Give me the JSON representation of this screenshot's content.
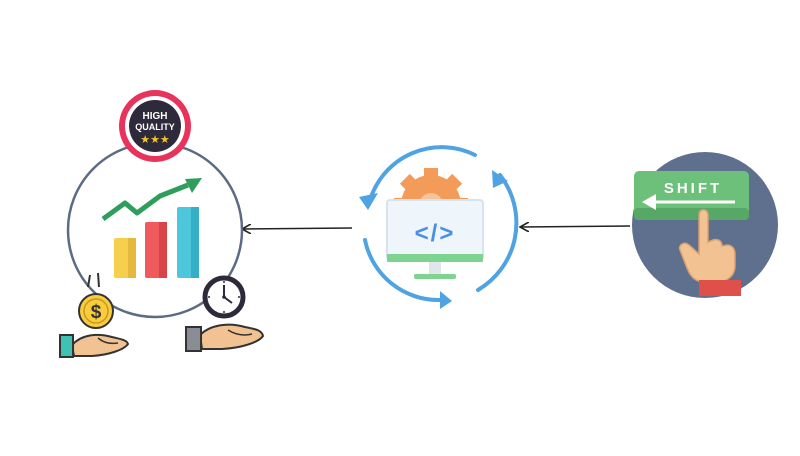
{
  "badge": {
    "line1": "HIGH",
    "line2": "QUALITY",
    "stars": "★★★"
  },
  "shift_key": {
    "label": "SHIFT"
  },
  "code_symbol": "</>",
  "coin_symbol": "$",
  "colors": {
    "arrow": "#222222",
    "outcome_circle_stroke": "#5c6b84",
    "badge_ring": "#e8335c",
    "badge_fill": "#2e2a3b",
    "star": "#f6c324",
    "trend_arrow": "#2f9e5c",
    "bar_yellow": "#f6d04d",
    "bar_red": "#ef5a5f",
    "bar_blue": "#4ec6dc",
    "cycle_arrows": "#4fa3e3",
    "gear": "#f39c5a",
    "monitor_screen": "#eef5fb",
    "monitor_stand": "#7ed391",
    "code_color": "#4a8fe3",
    "shift_bg": "#5f6f8e",
    "shift_key": "#6cc07a",
    "hand_skin": "#f3c292",
    "sleeve": "#e0504b",
    "coin": "#f8cc3c",
    "cuff": "#3fc2b4"
  },
  "icons": {
    "outcome": "growth-chart-icon",
    "quality": "high-quality-badge-icon",
    "money": "hand-holding-dollar-icon",
    "time": "hand-holding-clock-icon",
    "process": "software-development-cycle-icon",
    "trigger": "shift-key-press-icon"
  }
}
